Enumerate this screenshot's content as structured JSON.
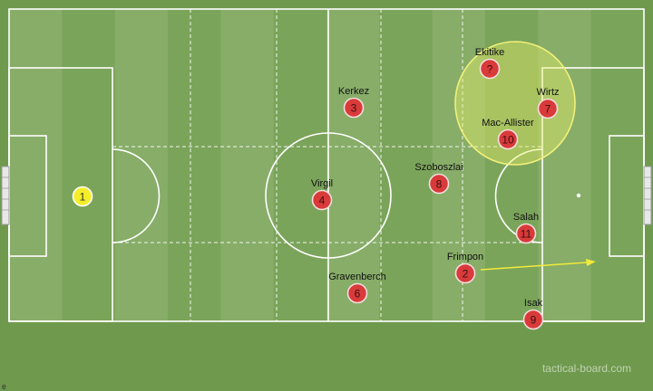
{
  "board": {
    "watermark": "tactical-board.com",
    "corner_char": "e",
    "colors": {
      "stripe_light": "#87ad68",
      "stripe_dark": "#7aa45a",
      "line": "#ffffff",
      "red_player": "#d93a3a",
      "yellow_player": "#f4ee2a",
      "highlight_zone": "#e8ee6a",
      "arrow": "#f2ea3a"
    }
  },
  "players": [
    {
      "number": "1",
      "name": "",
      "team": "yellow"
    },
    {
      "number": "3",
      "name": "Kerkez",
      "team": "red"
    },
    {
      "number": "4",
      "name": "Virgil",
      "team": "red"
    },
    {
      "number": "6",
      "name": "Gravenberch",
      "team": "red"
    },
    {
      "number": "8",
      "name": "Szoboszlai",
      "team": "red"
    },
    {
      "number": "?",
      "name": "Ekitike",
      "team": "red"
    },
    {
      "number": "7",
      "name": "Wirtz",
      "team": "red"
    },
    {
      "number": "10",
      "name": "Mac-Allister",
      "team": "red"
    },
    {
      "number": "11",
      "name": "Salah",
      "team": "red"
    },
    {
      "number": "2",
      "name": "Frimpon",
      "team": "red"
    },
    {
      "number": "9",
      "name": "Isak",
      "team": "red"
    }
  ]
}
